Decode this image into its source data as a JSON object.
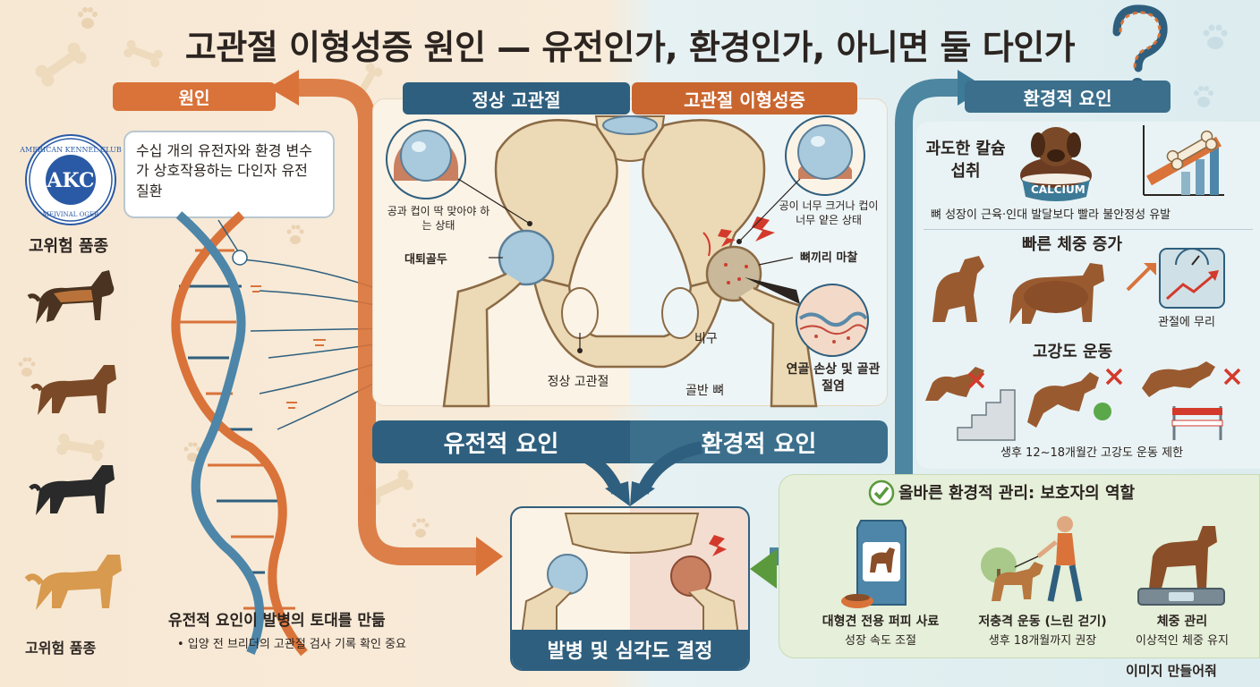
{
  "title": "고관절 이형성증 원인 — 유전인가, 환경인가, 아니면 둘 다인가",
  "left": {
    "header": "원인",
    "akc_logo_text": "AKC",
    "akc_ring_text": "AMERICAN KENNEL CLUB",
    "akc_ring_bottom": "MEIVINAL OGER",
    "callout": "수십 개의 유전자와 환경 변수가 상호작용하는 다인자 유전 질환",
    "high_risk_top": "고위험 품종",
    "high_risk_bottom": "고위험 품종",
    "genetic_basis_title": "유전적 요인이 발병의 토대를 만듦",
    "genetic_basis_bullet": "• 입양 전 브리더의 고관절 검사 기록 확인 중요"
  },
  "center": {
    "normal_header": "정상 고관절",
    "dysplasia_header": "고관절 이형성증",
    "ball_cup_fit": "공과 컵이 딱 맞아야 하는 상태",
    "femoral_head": "대퇴골두",
    "normal_hip": "정상 고관절",
    "ball_too_big": "공이 너무 크거나 컵이 너무 얕은 상태",
    "bone_friction": "뼈끼리 마찰",
    "acetabulum": "비구",
    "pelvis_bone": "골반 뼈",
    "cartilage_damage": "연골 손상 및 골관절염",
    "genetic_factor": "유전적 요인",
    "environmental_factor": "환경적 요인",
    "outcome": "발병 및 심각도 결정"
  },
  "right": {
    "header": "환경적 요인",
    "calcium_title": "과도한 칼슘 섭취",
    "calcium_label": "CALCIUM",
    "calcium_desc": "뼈 성장이 근육·인대 발달보다 빨라 불안정성 유발",
    "weight_title": "빠른 체중 증가",
    "weight_desc": "관절에 무리",
    "exercise_title": "고강도 운동",
    "exercise_desc": "생후 12~18개월간 고강도 운동 제한",
    "management_title": "올바른 환경적 관리: 보호자의 역할",
    "food_title": "대형견 전용 퍼피 사료",
    "food_desc": "성장 속도 조절",
    "walk_title": "저충격 운동 (느린 걷기)",
    "walk_desc": "생후 18개월까지 권장",
    "weight_mgmt_title": "체중 관리",
    "weight_mgmt_desc": "이상적인 체중 유지",
    "footer": "이미지 만들어줘"
  },
  "colors": {
    "orange": "#d9733a",
    "navy": "#2f5f7e",
    "bone": "#ecd9b5",
    "cartilage": "#a9c9dc",
    "green": "#5a9a3c",
    "red": "#d33a2c"
  },
  "icons": [
    "akc-logo-icon",
    "dna-helix-icon",
    "question-mark-icon",
    "paw-icon",
    "bone-icon",
    "dog-icon",
    "check-icon",
    "x-mark-icon",
    "scale-icon",
    "food-bag-icon",
    "lightning-icon"
  ]
}
